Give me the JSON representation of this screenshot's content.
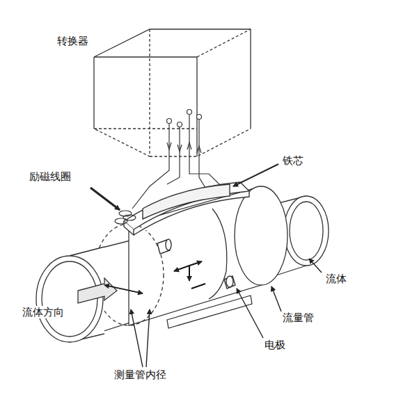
{
  "diagram": {
    "nodes": [
      {
        "text": [
          "转换器"
        ]
      }
    ],
    "labels": [
      "励磁线圈",
      "铁芯",
      "流体",
      "流量管",
      "电极",
      "测量管内径",
      "流体方向"
    ]
  }
}
